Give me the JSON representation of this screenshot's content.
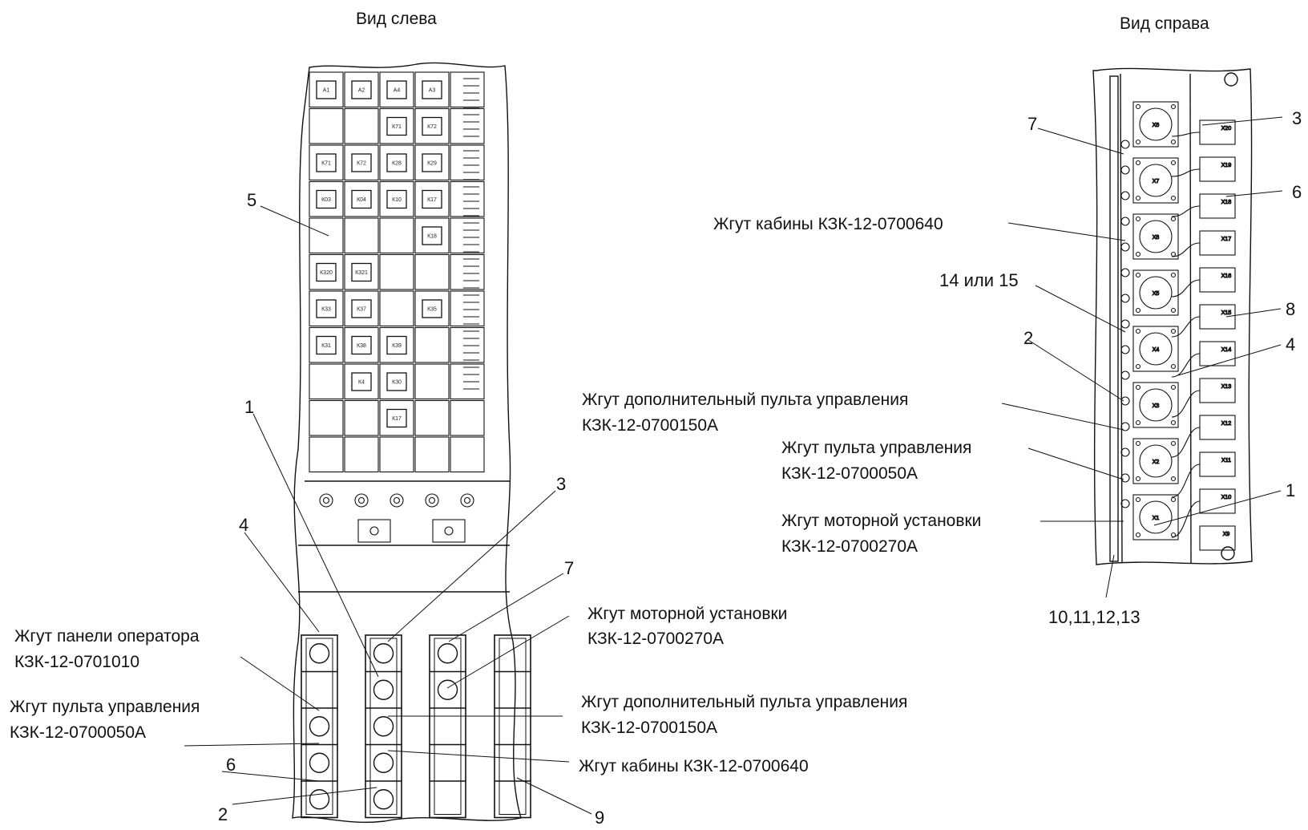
{
  "titles": {
    "left_view": "Вид слева",
    "right_view": "Вид справа"
  },
  "left_view": {
    "relay_grid": [
      [
        "А1",
        "А2",
        "А4",
        "А3"
      ],
      [
        "",
        "",
        "К71",
        "К72"
      ],
      [
        "К71",
        "К72",
        "К28",
        "К29"
      ],
      [
        "К03",
        "К04",
        "К10",
        "К17"
      ],
      [
        "",
        "",
        "",
        "К18"
      ],
      [
        "К320",
        "К321",
        "",
        ""
      ],
      [
        "К33",
        "К37",
        "",
        "К35"
      ],
      [
        "К31",
        "К38",
        "К39",
        ""
      ],
      [
        "",
        "К4",
        "К30",
        ""
      ],
      [
        "",
        "",
        "К17",
        ""
      ]
    ],
    "callouts": {
      "c1": "1",
      "c2": "2",
      "c3": "3",
      "c4": "4",
      "c5": "5",
      "c6": "6",
      "c7": "7",
      "c9": "9"
    },
    "labels": {
      "operator_panel": [
        "Жгут панели оператора",
        "КЗК-12-0701010"
      ],
      "control_panel": [
        "Жгут пульта управления",
        "КЗК-12-0700050А"
      ],
      "motor_unit": [
        "Жгут моторной установки",
        "КЗК-12-0700270А"
      ],
      "additional_control_panel": [
        "Жгут дополнительный пульта управления",
        "КЗК-12-0700150А"
      ],
      "cabin": "Жгут кабины КЗК-12-0700640"
    }
  },
  "right_view": {
    "connectors_left": [
      "X6",
      "X7",
      "X8",
      "X5",
      "X4",
      "X3",
      "X2",
      "X1"
    ],
    "connectors_right": [
      "X20",
      "X19",
      "X18",
      "X17",
      "X16",
      "X15",
      "X14",
      "X13",
      "X12",
      "X11",
      "X10",
      "X9"
    ],
    "callouts": {
      "c1": "1",
      "c2": "2",
      "c3": "3",
      "c4": "4",
      "c6": "6",
      "c7": "7",
      "c8": "8",
      "c14_15": "14 или 15",
      "c10_13": "10,11,12,13"
    },
    "labels": {
      "cabin": "Жгут кабины КЗК-12-0700640",
      "additional_control_panel": [
        "Жгут дополнительный пульта управления",
        "КЗК-12-0700150А"
      ],
      "control_panel": [
        "Жгут пульта управления",
        "КЗК-12-0700050А"
      ],
      "motor_unit": [
        "Жгут моторной установки",
        "КЗК-12-0700270А"
      ]
    }
  }
}
